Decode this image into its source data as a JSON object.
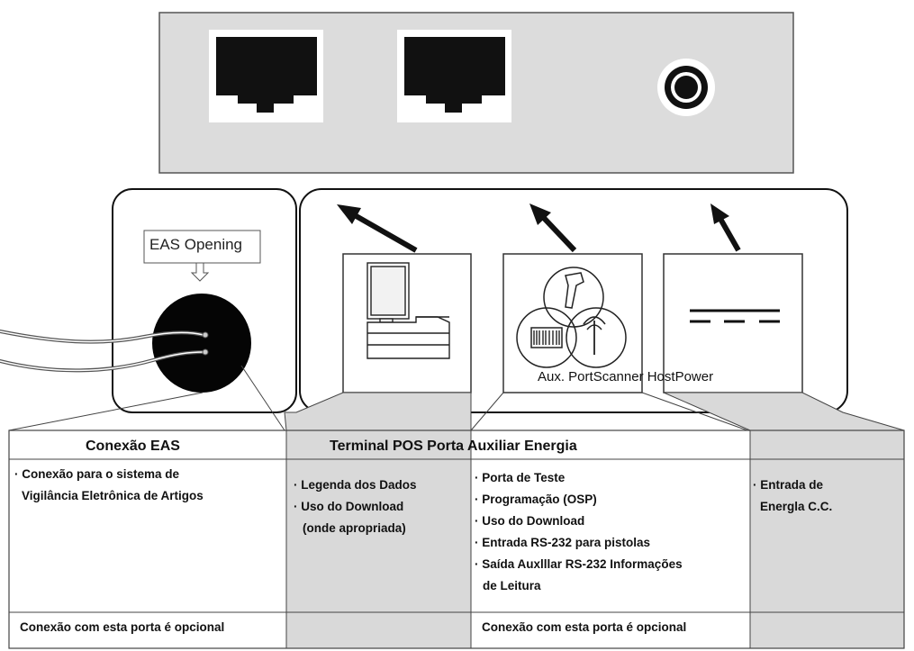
{
  "eas_opening_label": "EAS Opening",
  "aux_label": "Aux. PortScanner HostPower",
  "table": {
    "headers": {
      "eas": "Conexão EAS",
      "middle": "Terminal POS Porta Auxiliar Energia"
    },
    "cells": {
      "eas": [
        "· Conexão para o sistema de",
        "Vigilância Eletrônica de Artigos"
      ],
      "terminal": [
        "· Legenda dos Dados",
        "· Uso do  Download",
        "(onde apropriada)"
      ],
      "auxiliar": [
        "· Porta de Teste",
        "· Programação (OSP)",
        "· Uso do Download",
        "· Entrada RS-232 para pistolas",
        "· Saída Auxlllar RS-232 Informações",
        "de Leitura"
      ],
      "energia": [
        "· Entrada de",
        "Energla C.C."
      ]
    },
    "footers": {
      "eas": "Conexão com esta porta é opcional",
      "auxiliar": "Conexão com esta porta é opcional"
    }
  },
  "colors": {
    "shaded": "#d9d9d9",
    "panel": "#dddddd",
    "port": "#111111"
  }
}
